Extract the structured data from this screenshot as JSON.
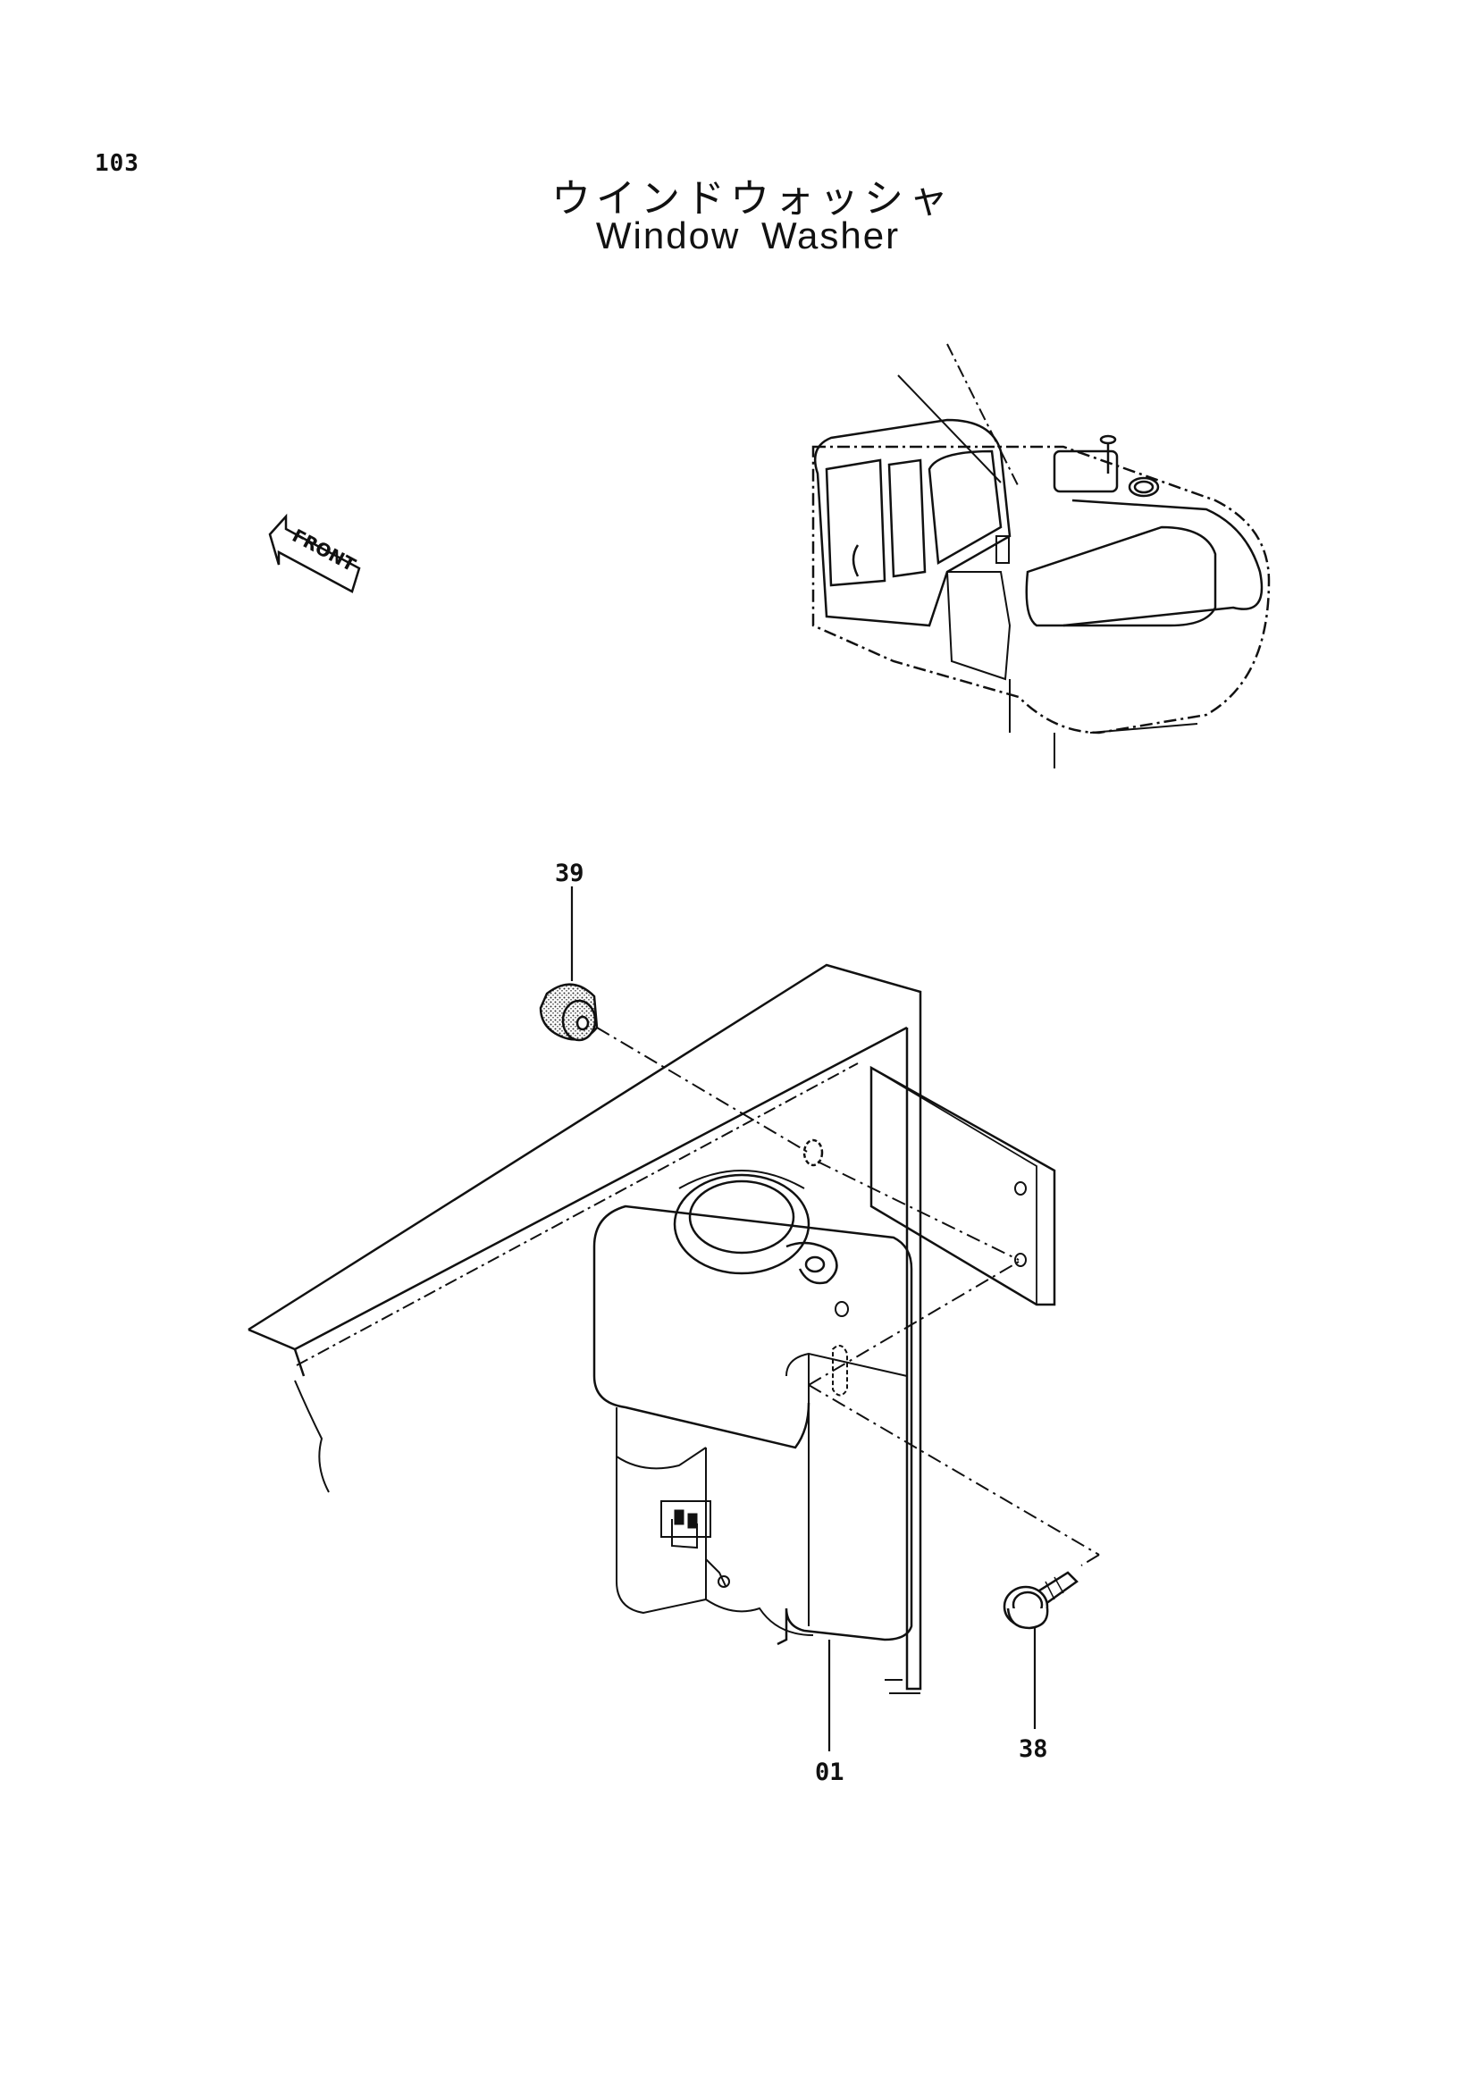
{
  "page": {
    "number": "103",
    "title_jp": "ウインドウォッシャ",
    "title_en": "Window Washer"
  },
  "diagram": {
    "front_marker": "FRONT",
    "callouts": [
      {
        "id": "39",
        "part": "grommet"
      },
      {
        "id": "01",
        "part": "washer-tank"
      },
      {
        "id": "38",
        "part": "flange-bolt"
      }
    ]
  }
}
